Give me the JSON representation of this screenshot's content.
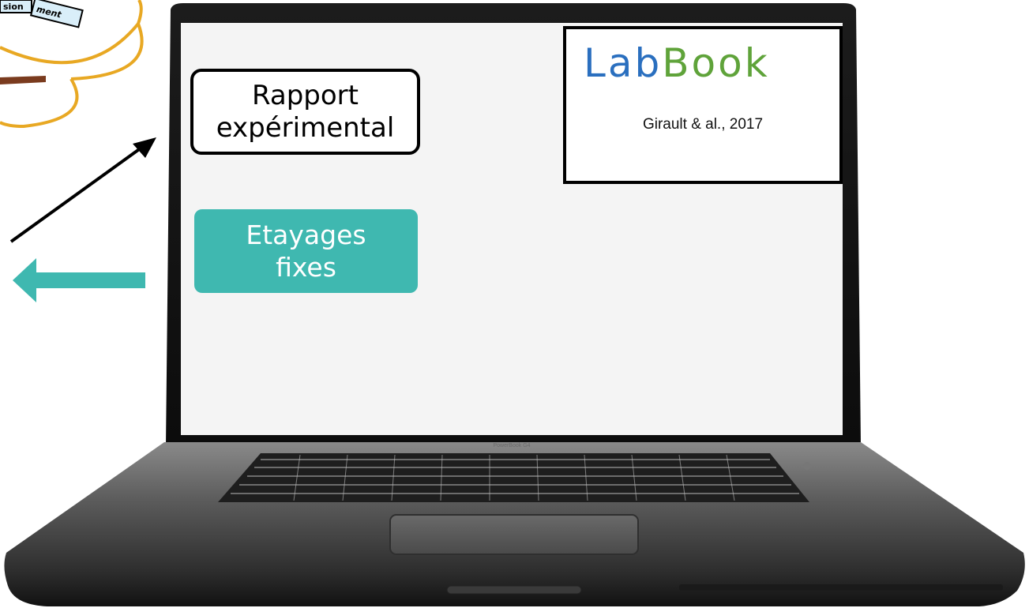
{
  "cloud": {
    "label_1": "sion",
    "label_2": "ment"
  },
  "laptop": {
    "model_label": "PowerBook G4"
  },
  "rapport": {
    "text": "Rapport\nexpérimental"
  },
  "etayages": {
    "text": "Etayages\nfixes"
  },
  "labbook": {
    "logo_part1": "Lab",
    "logo_part2": "Book",
    "credit": "Girault & al., 2017"
  },
  "colors": {
    "teal": "#3fb8b0",
    "cloud_outline": "#e8a823",
    "logo_blue": "#2a6fbf",
    "logo_green": "#5fa33a"
  }
}
